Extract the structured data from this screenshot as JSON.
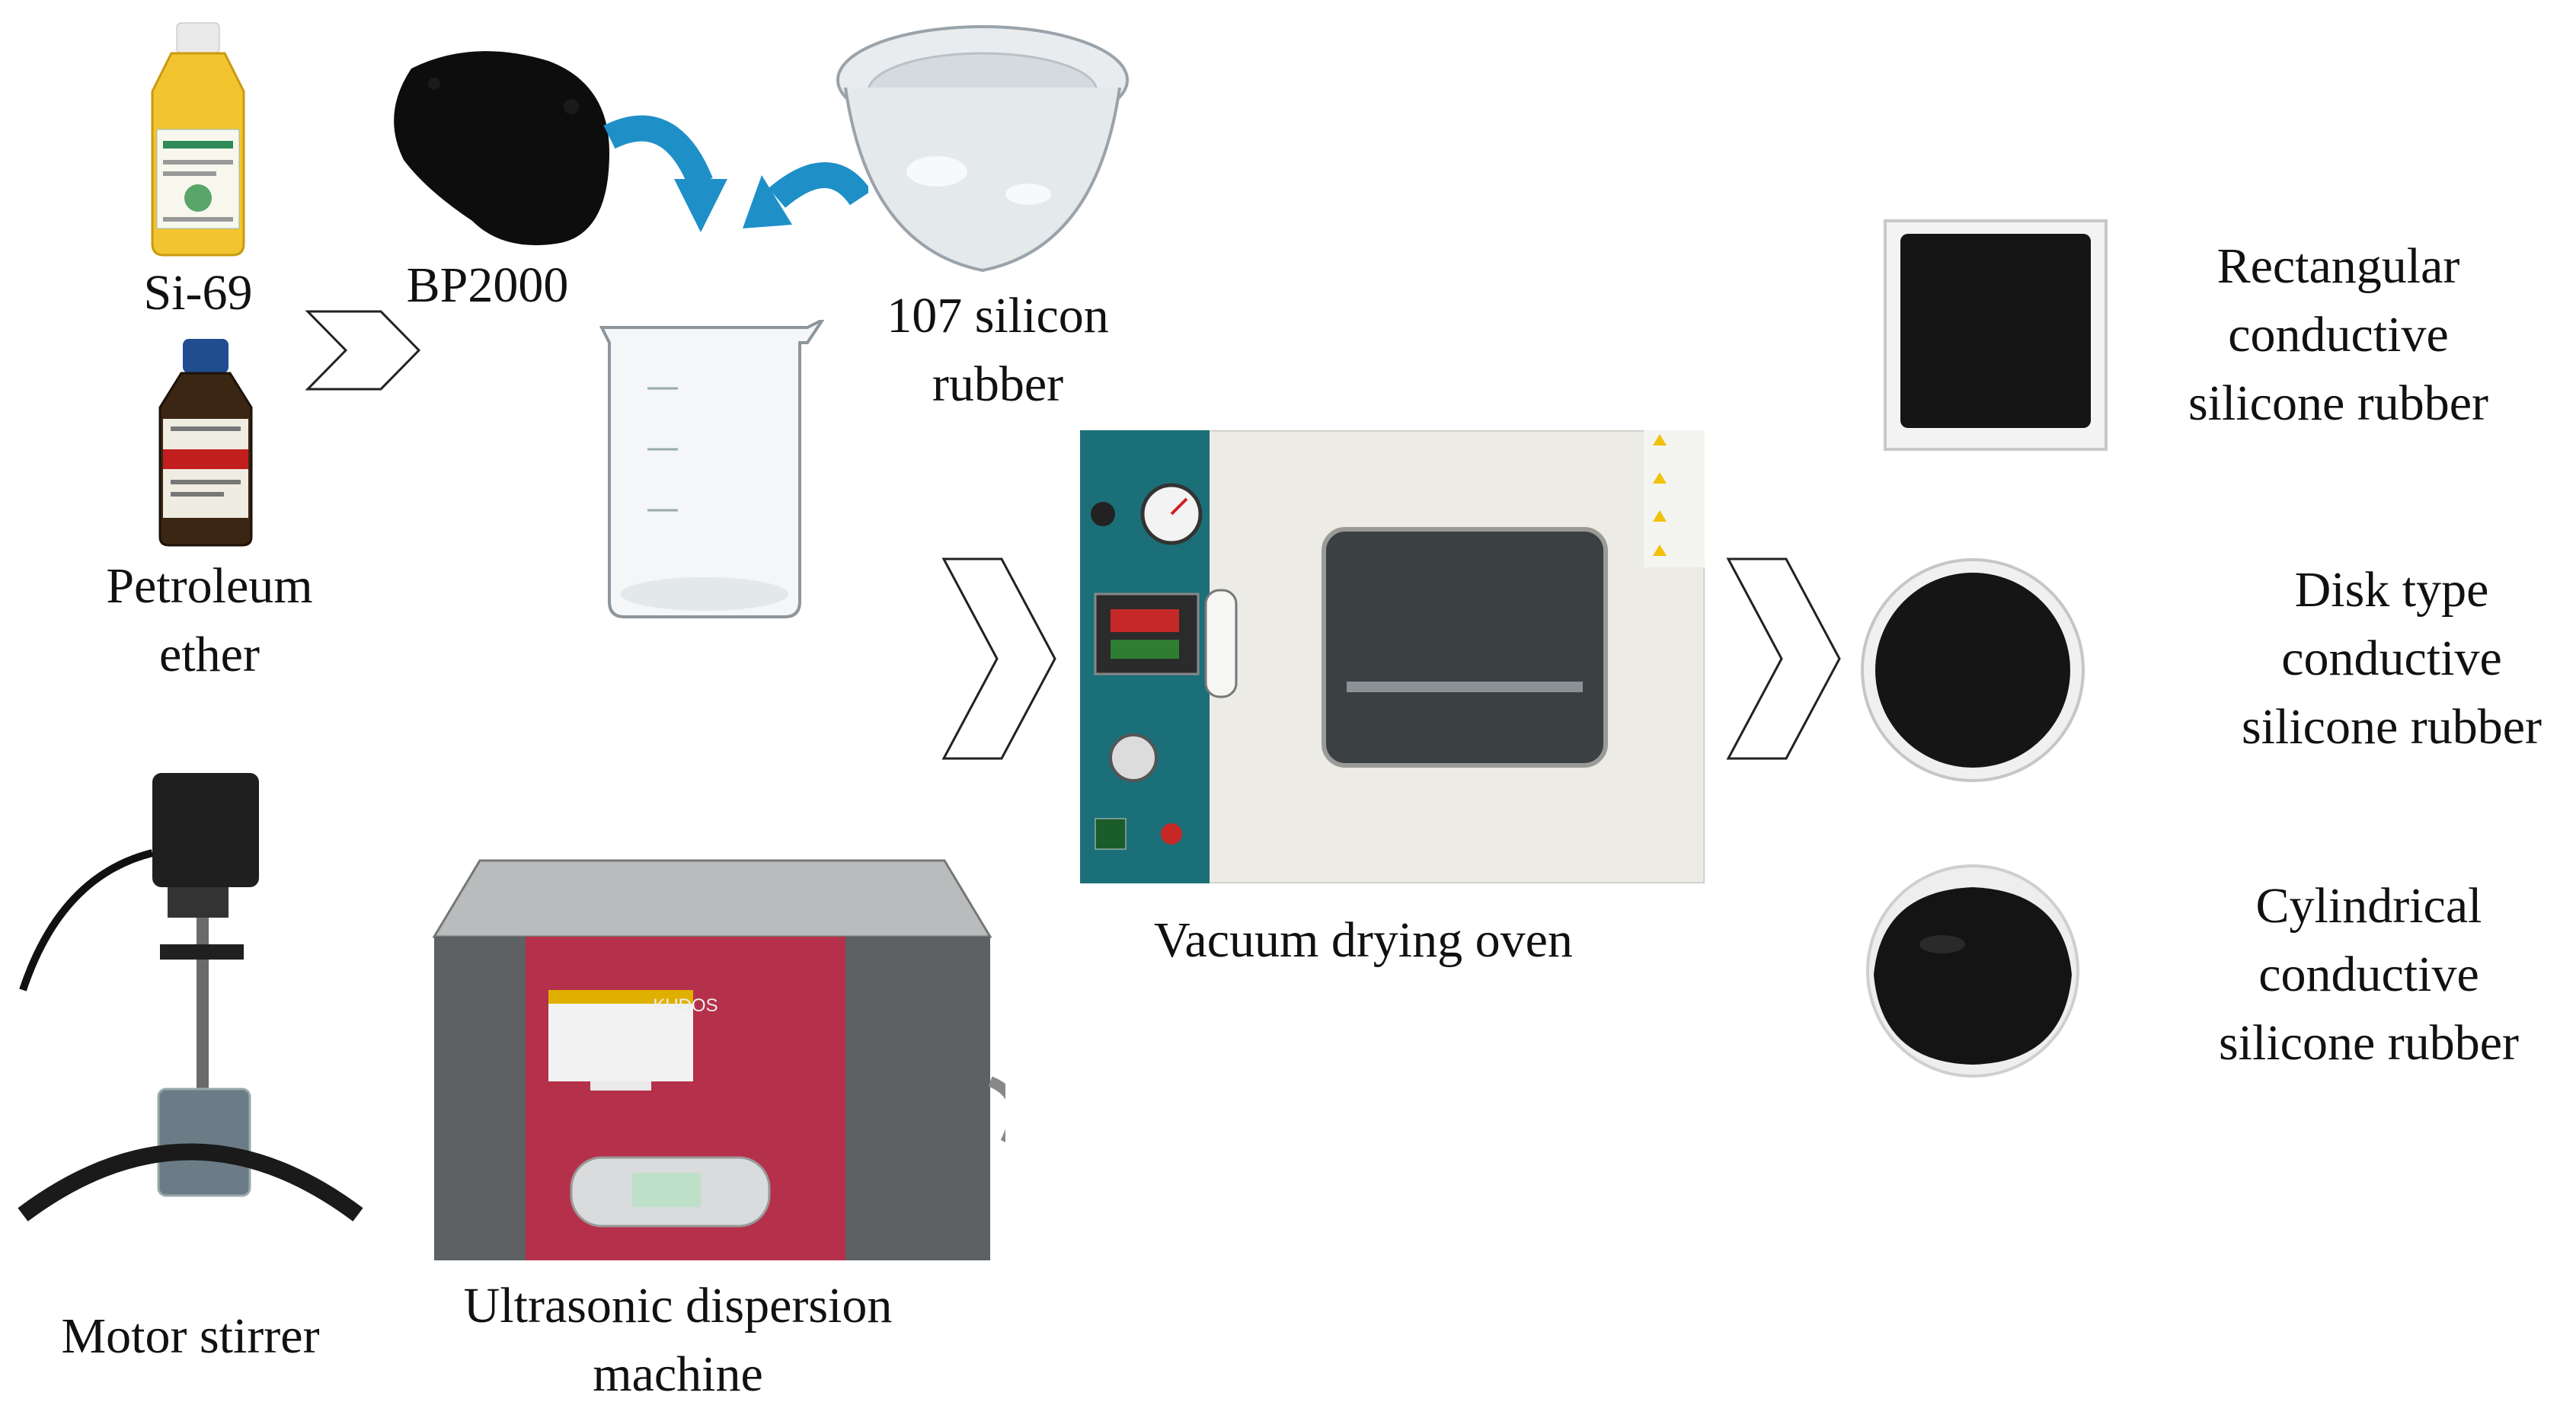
{
  "labels": {
    "si69": "Si-69",
    "bp2000": "BP2000",
    "silicon_rubber": [
      "107 silicon",
      "rubber"
    ],
    "petroleum_ether": [
      "Petroleum",
      "ether"
    ],
    "motor_stirrer": "Motor stirrer",
    "ultrasonic": [
      "Ultrasonic dispersion",
      "machine"
    ],
    "vacuum_oven": "Vacuum drying oven",
    "rectangular": [
      "Rectangular",
      "conductive",
      "silicone rubber"
    ],
    "disk": [
      "Disk type",
      "conductive",
      "silicone rubber"
    ],
    "cylindrical": [
      "Cylindrical",
      "conductive",
      "silicone rubber"
    ]
  },
  "device_text": {
    "ultrasonic_brand": "KUDOS"
  },
  "colors": {
    "curved_arrow": "#1f8fc8",
    "oven_panel": "#1b6f78",
    "ultrasonic_body": "#b5304a",
    "oven_body": "#ecebe6",
    "sample_black": "#151515"
  },
  "icons": {
    "step_chevron": "chevron-right-outline",
    "transfer_arrow": "curved-arrow"
  }
}
